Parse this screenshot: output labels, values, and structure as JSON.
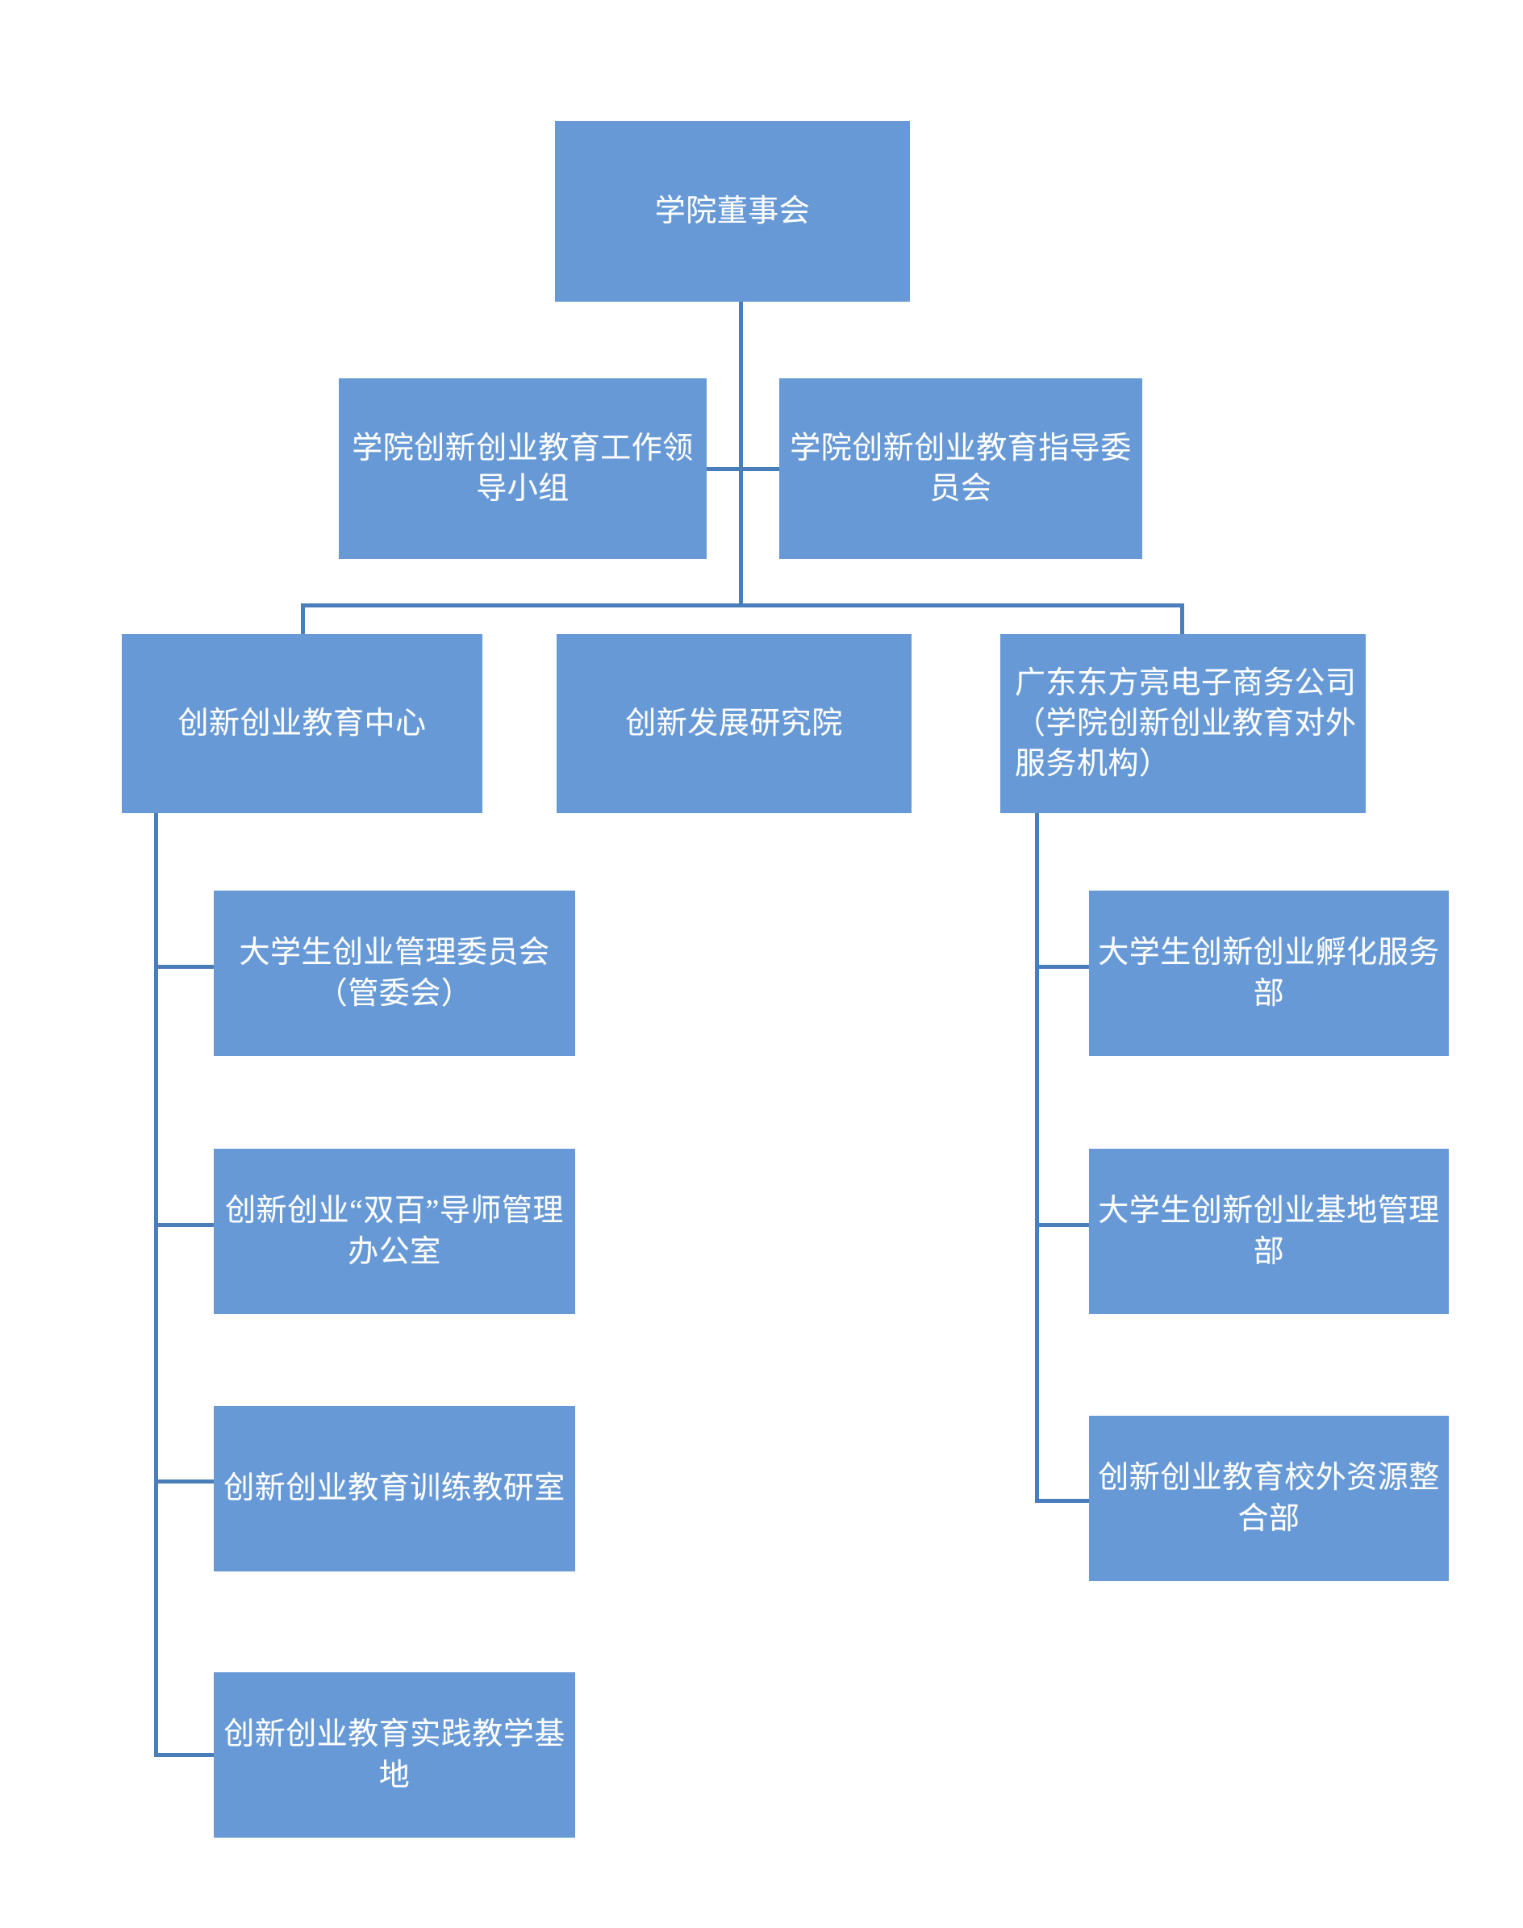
{
  "diagram": {
    "title_node": "学院董事会",
    "palette": {
      "node_fill": "#6699d6",
      "node_text": "#ffffff",
      "connector": "#4a7ebb",
      "background": "#ffffff"
    },
    "nodes": {
      "board": "学院董事会",
      "leading_group": "学院创新创业教育工作领导小组",
      "steering_committee": "学院创新创业教育指导委员会",
      "education_center": "创新创业教育中心",
      "innovation_institute": "创新发展研究院",
      "ecommerce_company": "广东东方亮电子商务公司（学院创新创业教育对外服务机构）",
      "center_child_1": "大学生创业管理委员会（管委会）",
      "center_child_2": "创新创业“双百”导师管理办公室",
      "center_child_3": "创新创业教育训练教研室",
      "center_child_4": "创新创业教育实践教学基地",
      "company_child_1": "大学生创新创业孵化服务部",
      "company_child_2": "大学生创新创业基地管理部",
      "company_child_3": "创新创业教育校外资源整合部"
    }
  }
}
